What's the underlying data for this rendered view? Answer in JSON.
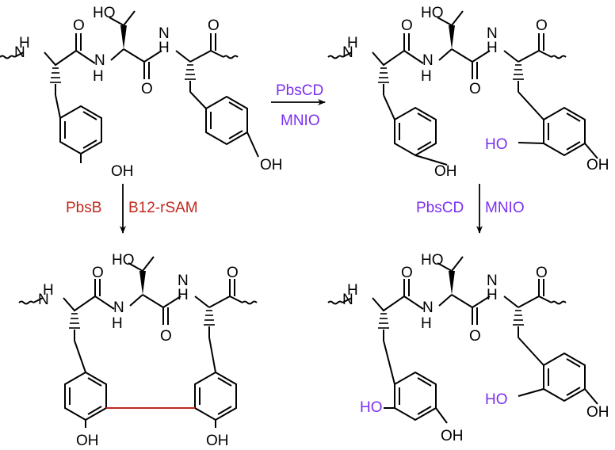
{
  "atoms": {
    "ho": "HO",
    "oh": "OH",
    "nh": "NH",
    "h": "H",
    "n": "N",
    "o": "O"
  },
  "reagents": {
    "pbscd": "PbsCD",
    "mnio": "MNIO",
    "pbsb": "PbsB",
    "b12rsam": "B12-rSAM"
  },
  "colors": {
    "purple": "#7B2FF2",
    "red": "#C0281E",
    "ink": "#000000"
  }
}
